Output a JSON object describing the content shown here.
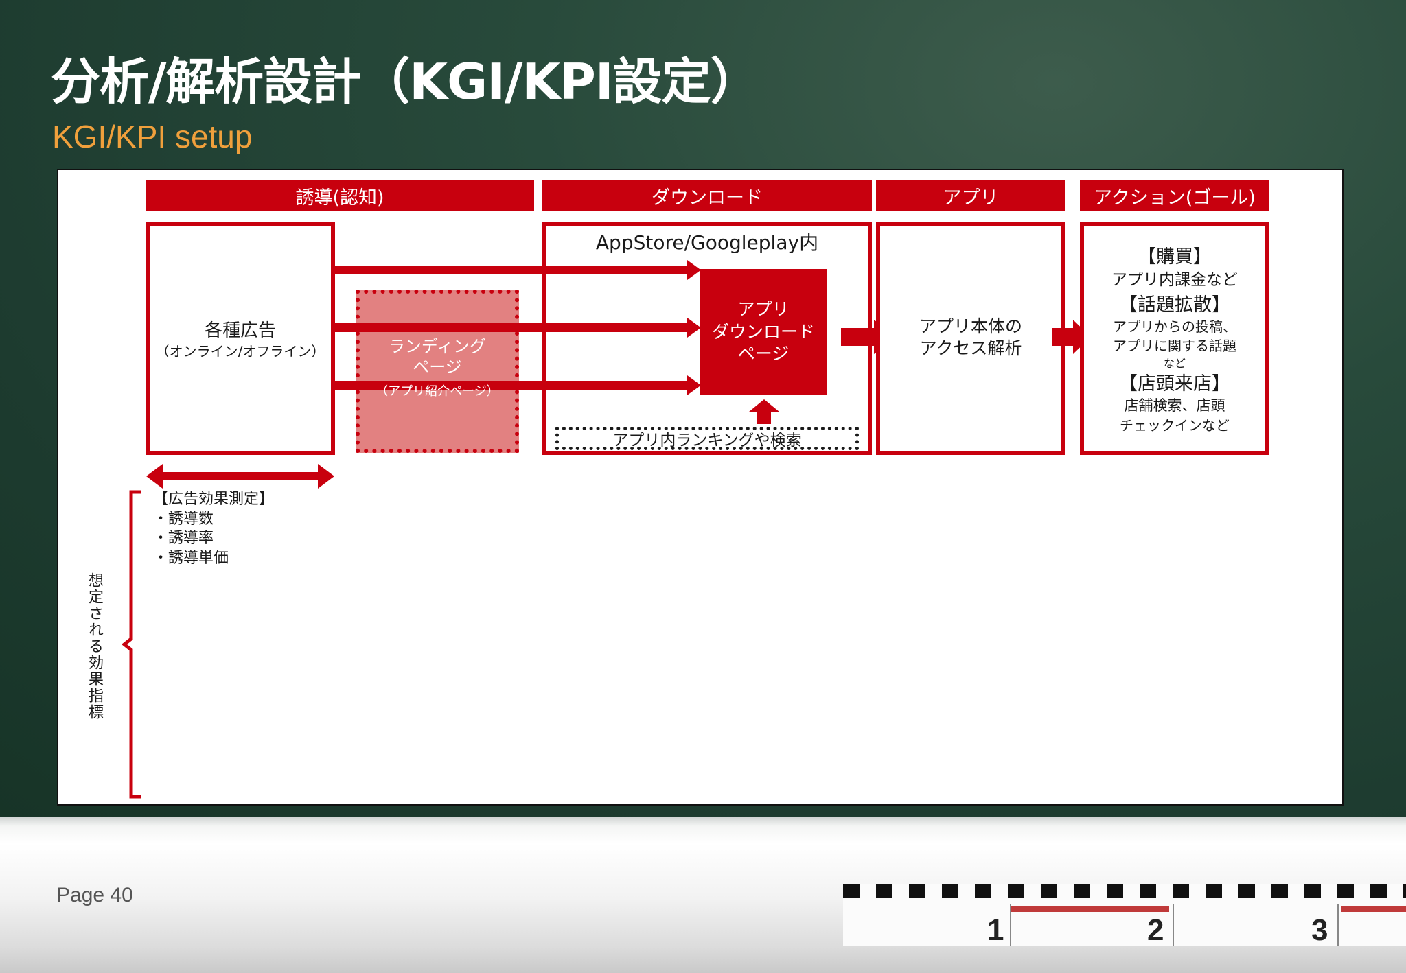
{
  "slide": {
    "title": "分析/解析設計（KGI/KPI設定）",
    "subtitle": "KGI/KPI setup",
    "page_label": "Page 40"
  },
  "diagram": {
    "stages": [
      "誘導(認知)",
      "ダウンロード",
      "アプリ",
      "アクション(ゴール)"
    ],
    "ads_box": {
      "title": "各種広告",
      "sub": "（オンライン/オフライン）"
    },
    "landing": {
      "line1": "ランディング",
      "line2": "ページ",
      "sub": "（アプリ紹介ページ）"
    },
    "store_box": {
      "title": "AppStore/Googleplay内"
    },
    "dl_page": {
      "line1": "アプリ",
      "line2": "ダウンロード",
      "line3": "ページ"
    },
    "ranking": "アプリ内ランキングや検索",
    "app_box": {
      "line1": "アプリ本体の",
      "line2": "アクセス解析"
    },
    "action_box": {
      "h1": "【購買】",
      "l1": "アプリ内課金など",
      "h2": "【話題拡散】",
      "l2a": "アプリからの投稿、",
      "l2b": "アプリに関する話題",
      "l2c": "など",
      "h3": "【店頭来店】",
      "l3a": "店舗検索、店頭",
      "l3b": "チェックインなど"
    },
    "metrics": {
      "heading": "【広告効果測定】",
      "items": [
        "・誘導数",
        "・誘導率",
        "・誘導単価"
      ]
    },
    "vertical_label": "想定される効果指標"
  },
  "colors": {
    "accent": "#c8000e",
    "board": "#284a3b",
    "subtitle": "#f0a03c"
  },
  "ruler": {
    "ticks": [
      "1",
      "2",
      "3"
    ]
  }
}
